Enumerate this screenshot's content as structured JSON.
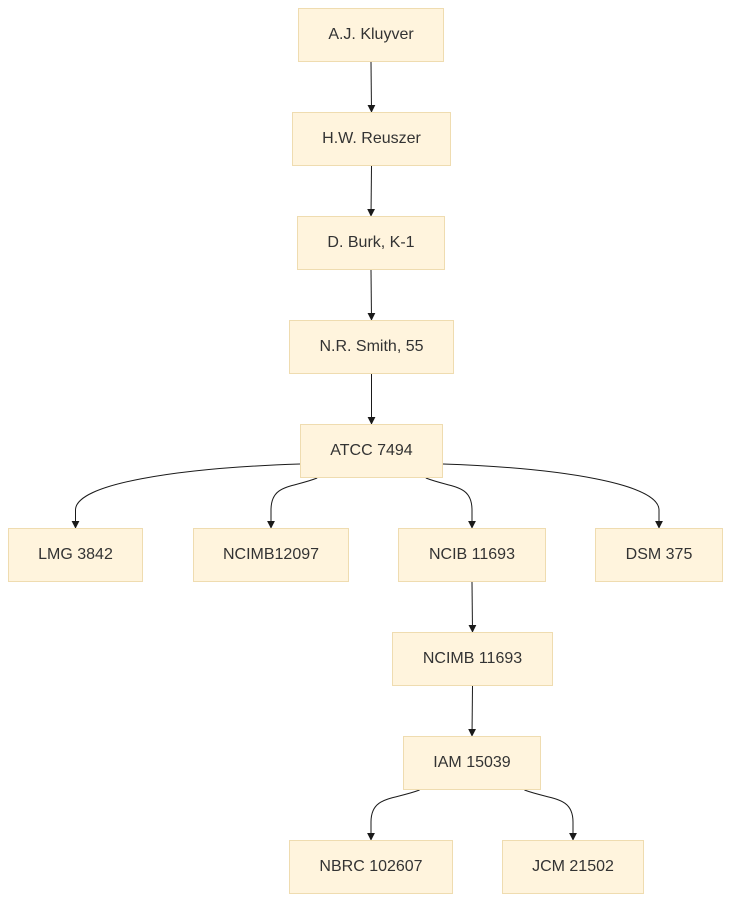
{
  "diagram": {
    "nodes": {
      "kluyver": "A.J. Kluyver",
      "reuszer": "H.W. Reuszer",
      "burk": "D. Burk, K-1",
      "smith": "N.R. Smith, 55",
      "atcc": "ATCC 7494",
      "lmg": "LMG 3842",
      "ncimb12097": "NCIMB12097",
      "ncib": "NCIB 11693",
      "dsm": "DSM 375",
      "ncimb11693": "NCIMB 11693",
      "iam": "IAM 15039",
      "nbrc": "NBRC 102607",
      "jcm": "JCM 21502"
    },
    "edges": [
      [
        "kluyver",
        "reuszer"
      ],
      [
        "reuszer",
        "burk"
      ],
      [
        "burk",
        "smith"
      ],
      [
        "smith",
        "atcc"
      ],
      [
        "atcc",
        "lmg"
      ],
      [
        "atcc",
        "ncimb12097"
      ],
      [
        "atcc",
        "ncib"
      ],
      [
        "atcc",
        "dsm"
      ],
      [
        "ncib",
        "ncimb11693"
      ],
      [
        "ncimb11693",
        "iam"
      ],
      [
        "iam",
        "nbrc"
      ],
      [
        "iam",
        "jcm"
      ]
    ],
    "colors": {
      "node_fill": "#fff4dd",
      "node_border": "#efdcb0",
      "edge": "#1a1a1a",
      "text": "#333333"
    }
  }
}
